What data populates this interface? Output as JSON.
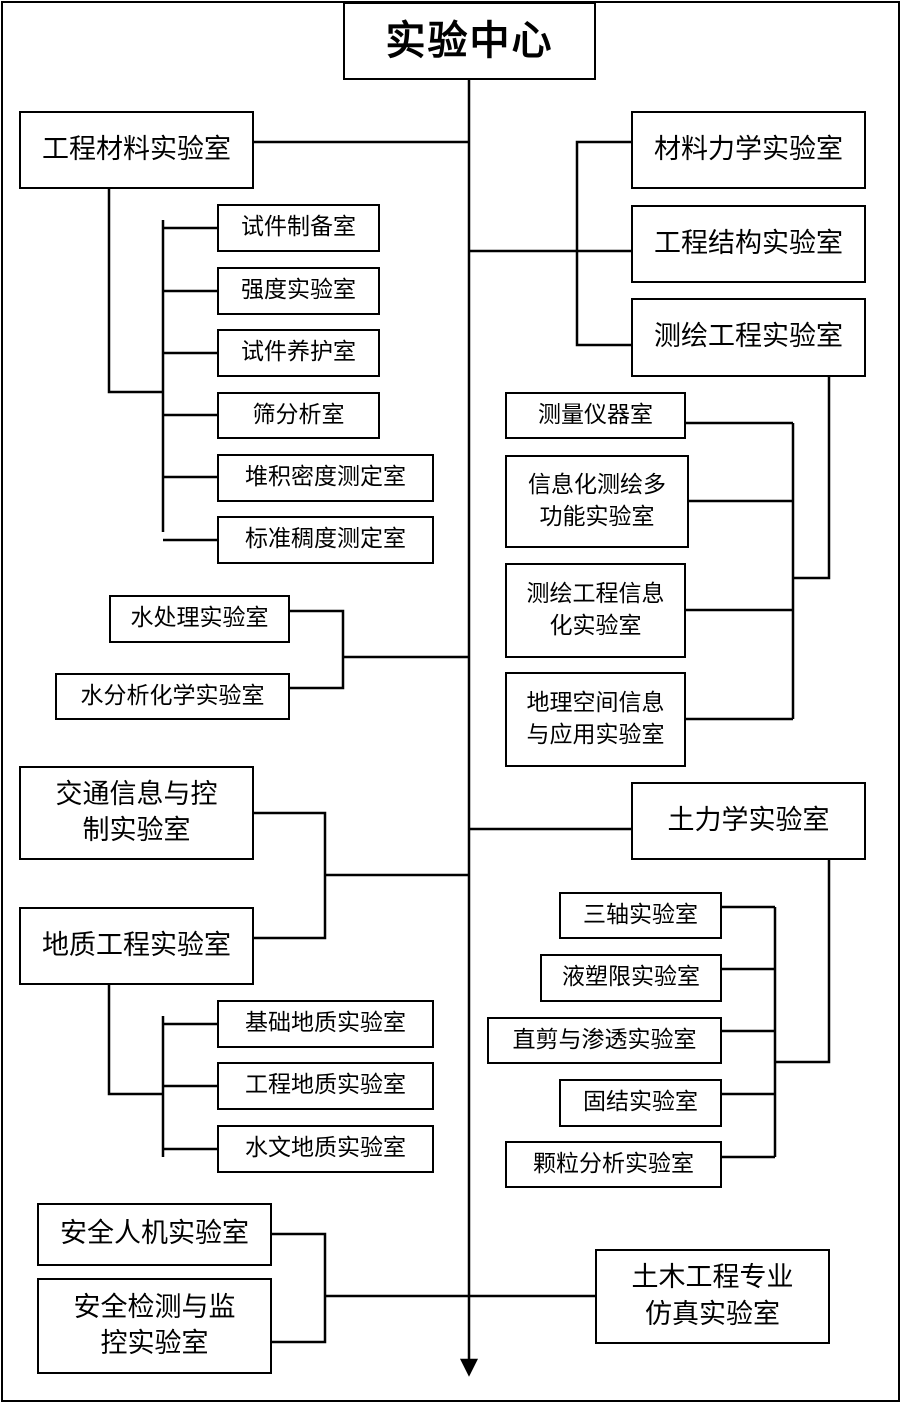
{
  "title": "实验中心",
  "left": {
    "materials": {
      "name": "工程材料实验室",
      "subs": [
        "试件制备室",
        "强度实验室",
        "试件养护室",
        "筛分析室",
        "堆积密度测定室",
        "标准稠度测定室"
      ]
    },
    "water": [
      "水处理实验室",
      "水分析化学实验室"
    ],
    "traffic": "交通信息与控制实验室",
    "geology": {
      "name": "地质工程实验室",
      "subs": [
        "基础地质实验室",
        "工程地质实验室",
        "水文地质实验室"
      ]
    },
    "safety": [
      "安全人机实验室",
      "安全检测与监控实验室"
    ]
  },
  "right": {
    "top": [
      "材料力学实验室",
      "工程结构实验室",
      "测绘工程实验室"
    ],
    "survey_subs": [
      "测量仪器室",
      "信息化测绘多功能实验室",
      "测绘工程信息化实验室",
      "地理空间信息与应用实验室"
    ],
    "soil": {
      "name": "土力学实验室",
      "subs": [
        "三轴实验室",
        "液塑限实验室",
        "直剪与渗透实验室",
        "固结实验室",
        "颗粒分析实验室"
      ]
    },
    "simulation": "土木工程专业仿真实验室"
  }
}
